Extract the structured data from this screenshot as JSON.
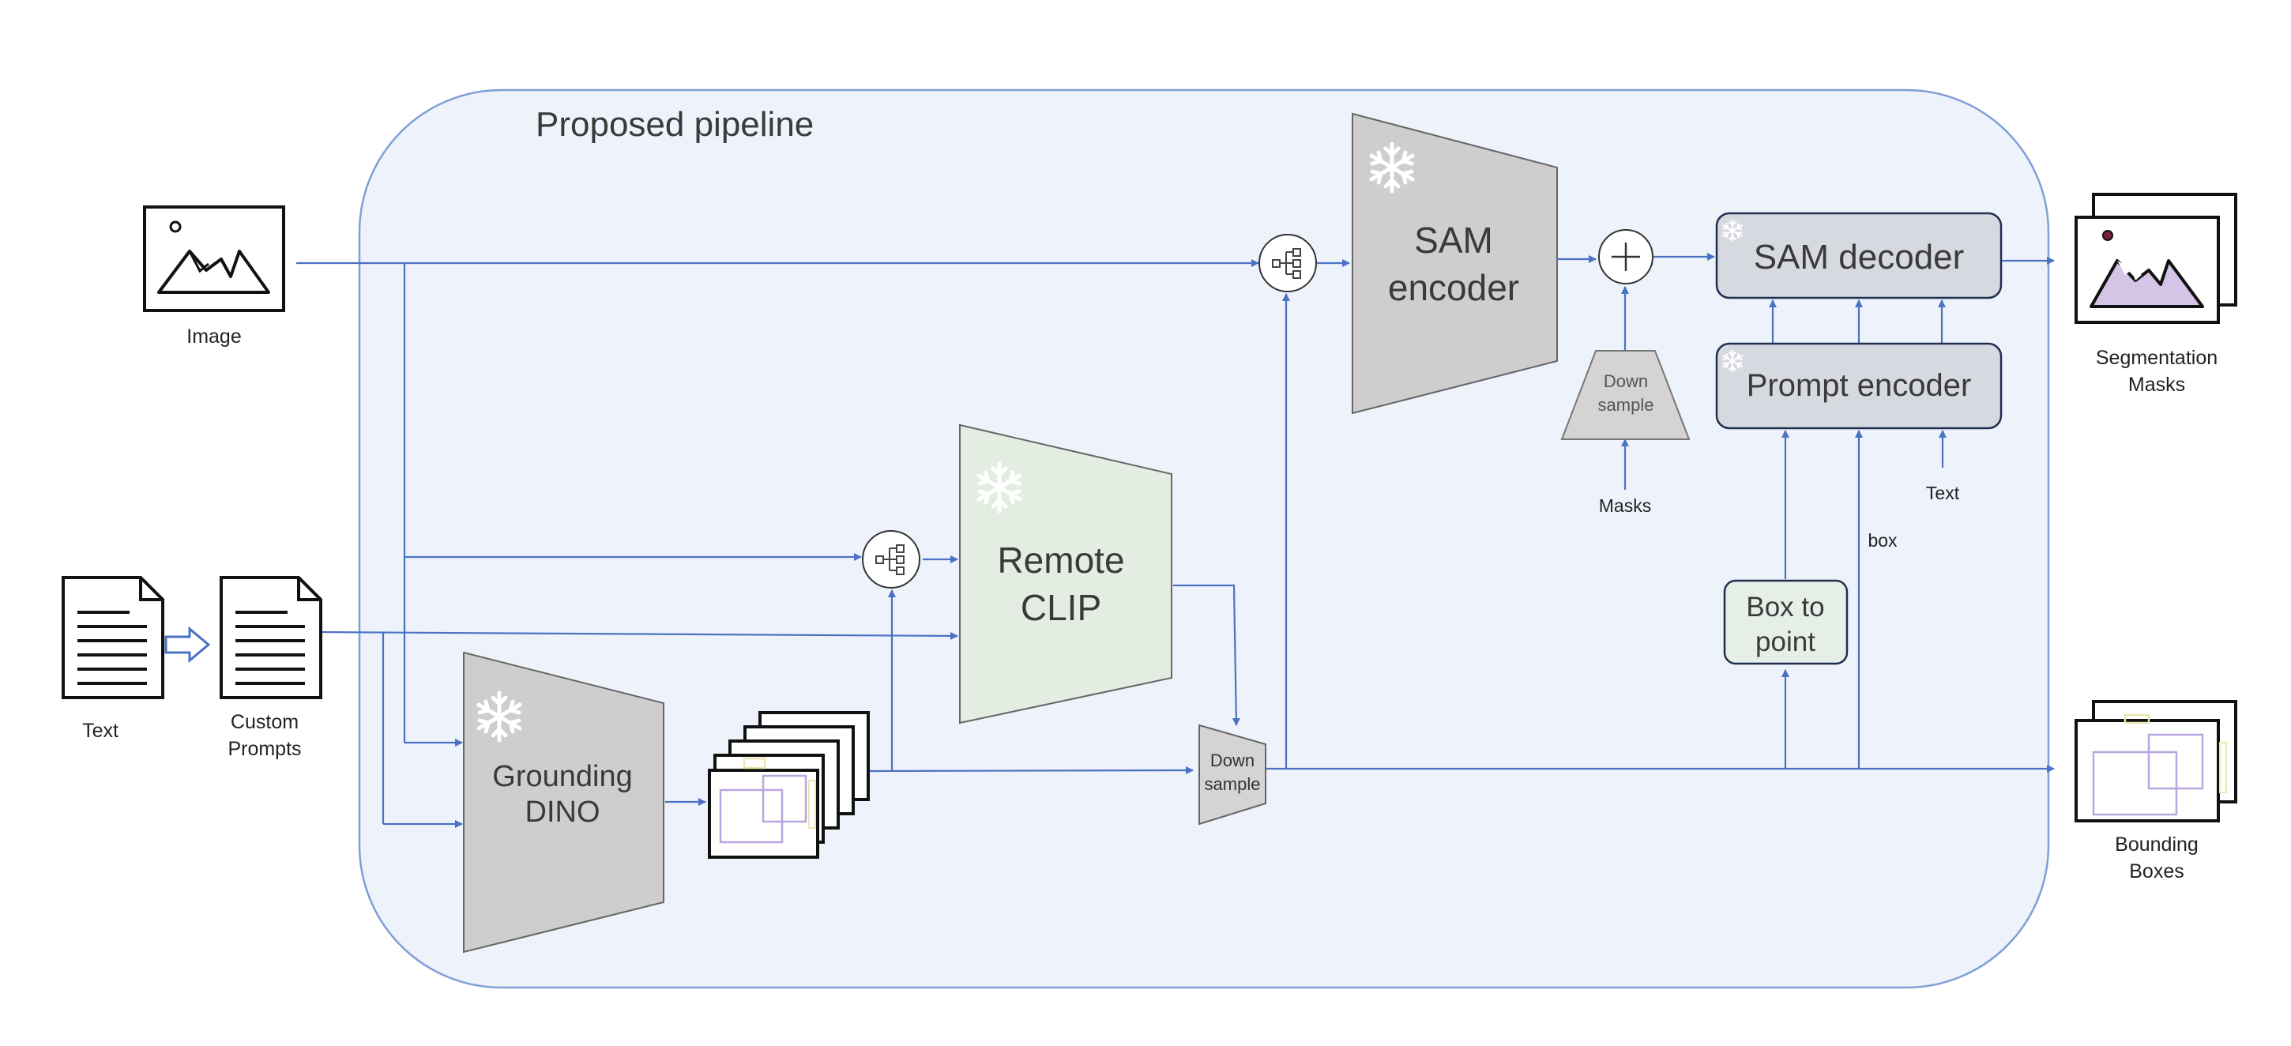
{
  "pipeline": {
    "title": "Proposed pipeline"
  },
  "inputs": {
    "image": "Image",
    "text": "Text",
    "custom_prompts_line1": "Custom",
    "custom_prompts_line2": "Prompts"
  },
  "modules": {
    "sam_encoder_line1": "SAM",
    "sam_encoder_line2": "encoder",
    "remote_clip_line1": "Remote",
    "remote_clip_line2": "CLIP",
    "grounding_dino_line1": "Grounding",
    "grounding_dino_line2": "DINO",
    "sam_decoder": "SAM decoder",
    "prompt_encoder": "Prompt encoder",
    "box_to_point_line1": "Box to",
    "box_to_point_line2": "point",
    "down_sample_small_line1": "Down",
    "down_sample_small_line2": "sample",
    "down_sample_masks_line1": "Down",
    "down_sample_masks_line2": "sample"
  },
  "signals": {
    "masks": "Masks",
    "text": "Text",
    "box": "box"
  },
  "outputs": {
    "segmentation_line1": "Segmentation",
    "segmentation_line2": "Masks",
    "bounding_line1": "Bounding",
    "bounding_line2": "Boxes"
  },
  "colors": {
    "flow": "#4a72c4",
    "pipeline_fill": "#eef2fa",
    "pipeline_border": "#7f9fd6",
    "frozen_module": "#cfcdcd",
    "clip_module": "#e4ede2",
    "decoder_box": "#d7d9e0",
    "box_to_point": "#e6efe7",
    "box_purple": "#b9a6e0",
    "box_yellow": "#ede6b0"
  },
  "icons": [
    "snowflake-icon",
    "image-icon",
    "document-icon",
    "hollow-arrow-icon",
    "tree-selector-icon",
    "plus-icon",
    "box-stack-icon"
  ]
}
